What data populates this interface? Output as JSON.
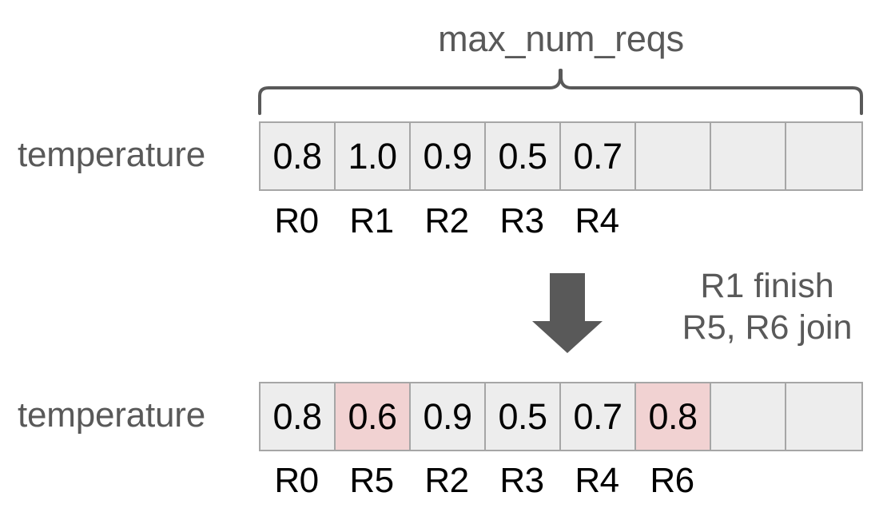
{
  "diagram": {
    "title_caption": "max_num_reqs",
    "colors": {
      "text_gray": "#595959",
      "cell_fill": "#ededed",
      "cell_border": "#a6a6a6",
      "highlight_fill": "#f1d2d2",
      "arrow_fill": "#595959",
      "brace_stroke": "#595959",
      "background": "#ffffff"
    },
    "before": {
      "row_label": "temperature",
      "cells": [
        {
          "value": "0.8",
          "highlight": false,
          "req": "R0"
        },
        {
          "value": "1.0",
          "highlight": false,
          "req": "R1"
        },
        {
          "value": "0.9",
          "highlight": false,
          "req": "R2"
        },
        {
          "value": "0.5",
          "highlight": false,
          "req": "R3"
        },
        {
          "value": "0.7",
          "highlight": false,
          "req": "R4"
        },
        {
          "value": "",
          "highlight": false,
          "req": ""
        },
        {
          "value": "",
          "highlight": false,
          "req": ""
        },
        {
          "value": "",
          "highlight": false,
          "req": ""
        }
      ]
    },
    "transition": {
      "line1": "R1 finish",
      "line2": "R5, R6 join"
    },
    "after": {
      "row_label": "temperature",
      "cells": [
        {
          "value": "0.8",
          "highlight": false,
          "req": "R0"
        },
        {
          "value": "0.6",
          "highlight": true,
          "req": "R5"
        },
        {
          "value": "0.9",
          "highlight": false,
          "req": "R2"
        },
        {
          "value": "0.5",
          "highlight": false,
          "req": "R3"
        },
        {
          "value": "0.7",
          "highlight": false,
          "req": "R4"
        },
        {
          "value": "0.8",
          "highlight": true,
          "req": "R6"
        },
        {
          "value": "",
          "highlight": false,
          "req": ""
        },
        {
          "value": "",
          "highlight": false,
          "req": ""
        }
      ]
    }
  }
}
